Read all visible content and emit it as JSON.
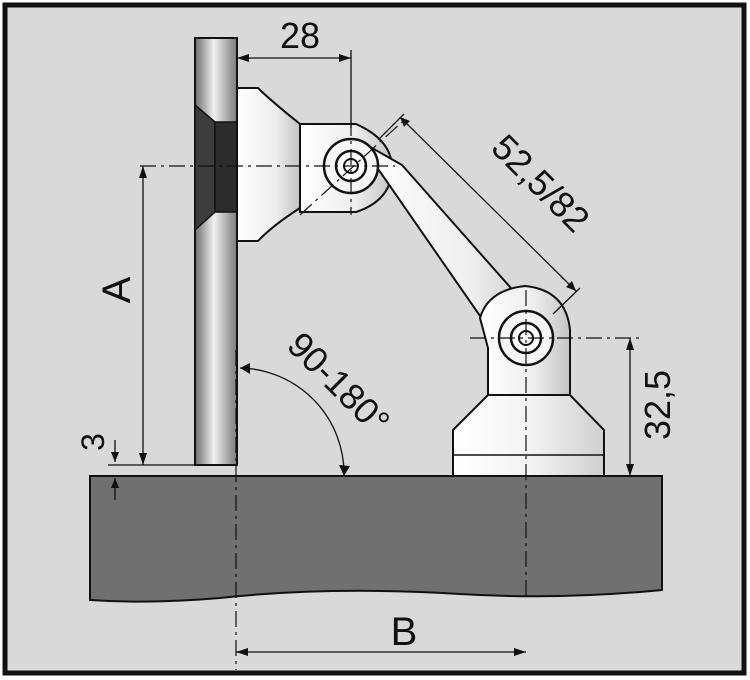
{
  "diagram": {
    "labels": {
      "width_28": "28",
      "arm_length": "52,5/82",
      "height_A": "A",
      "angle_range": "90-180°",
      "gap_3": "3",
      "height_32_5": "32,5",
      "distance_B": "B"
    },
    "colors": {
      "frame": "#111111",
      "background": "#d9d9d9",
      "floor": "#707070",
      "glass": "#9a9a9a",
      "metal_light": "#f2f2f2",
      "line": "#111111"
    }
  }
}
